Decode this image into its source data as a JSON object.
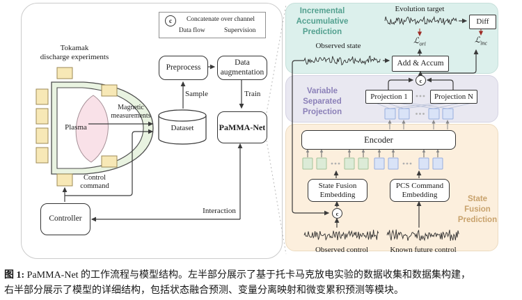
{
  "legend": {
    "concat_symbol": "c",
    "concat_label": "Concatenate over channel",
    "data_flow_label": "Data flow",
    "supervision_label": "Supervision"
  },
  "left": {
    "experiment_label_line1": "Tokamak",
    "experiment_label_line2": "discharge experiments",
    "plasma_label": "Plasma",
    "magnetic_label_line1": "Magnetic",
    "magnetic_label_line2": "measurements",
    "preprocess": "Preprocess",
    "data_augmentation_line1": "Data",
    "data_augmentation_line2": "augmentation",
    "dataset": "Dataset",
    "pamma_net": "PaMMA-Net",
    "controller": "Controller",
    "control_command_line1": "Control",
    "control_command_line2": "command",
    "sample": "Sample",
    "train": "Train",
    "interaction": "Interaction"
  },
  "right": {
    "iap_label1": "Incremental",
    "iap_label2": "Accumulative",
    "iap_label3": "Prediction",
    "vsp_label1": "Variable",
    "vsp_label2": "Separated",
    "vsp_label3": "Projection",
    "sfp_label1": "State",
    "sfp_label2": "Fusion",
    "sfp_label3": "Prediction",
    "evolution_target": "Evolution target",
    "observed_state": "Observed state",
    "diff": "Diff",
    "add_accum": "Add & Accum",
    "loss_ori_symbol": "ℒ",
    "loss_ori_sub": "ori",
    "loss_inc_symbol": "ℒ",
    "loss_inc_sub": "inc",
    "projection_1": "Projection 1",
    "projection_n": "Projection N",
    "encoder": "Encoder",
    "concat_symbol": "c",
    "state_fusion_embedding_line1": "State Fusion",
    "state_fusion_embedding_line2": "Embedding",
    "pcs_command_embedding_line1": "PCS Command",
    "pcs_command_embedding_line2": "Embedding",
    "observed_control": "Observed control",
    "known_future_control": "Known future control"
  },
  "caption": {
    "prefix": "图 1:",
    "line1": " PaMMA-Net 的工作流程与模型结构。左半部分展示了基于托卡马克放电实验的数据收集和数据集构建，",
    "line2": "右半部分展示了模型的详细结构，包括状态融合预测、变量分离映射和微变累积预测等模块。"
  },
  "colors": {
    "iap_section_bg": "#dcf0ec",
    "vsp_section_bg": "#e9e8f1",
    "sfp_section_bg": "#fcefdd",
    "iap_label": "#53a08f",
    "vsp_label": "#8b80b8",
    "sfp_label": "#c8a26c",
    "coil_yellow": "#f7e8b6",
    "plasma_pink": "#f9e1e8",
    "vessel_green": "#e9f3e1",
    "token_blue": "#d9e3f7",
    "token_green": "#dcebd7",
    "supervision_red": "#9e2b25",
    "data_flow_black": "#3a3a3a"
  }
}
